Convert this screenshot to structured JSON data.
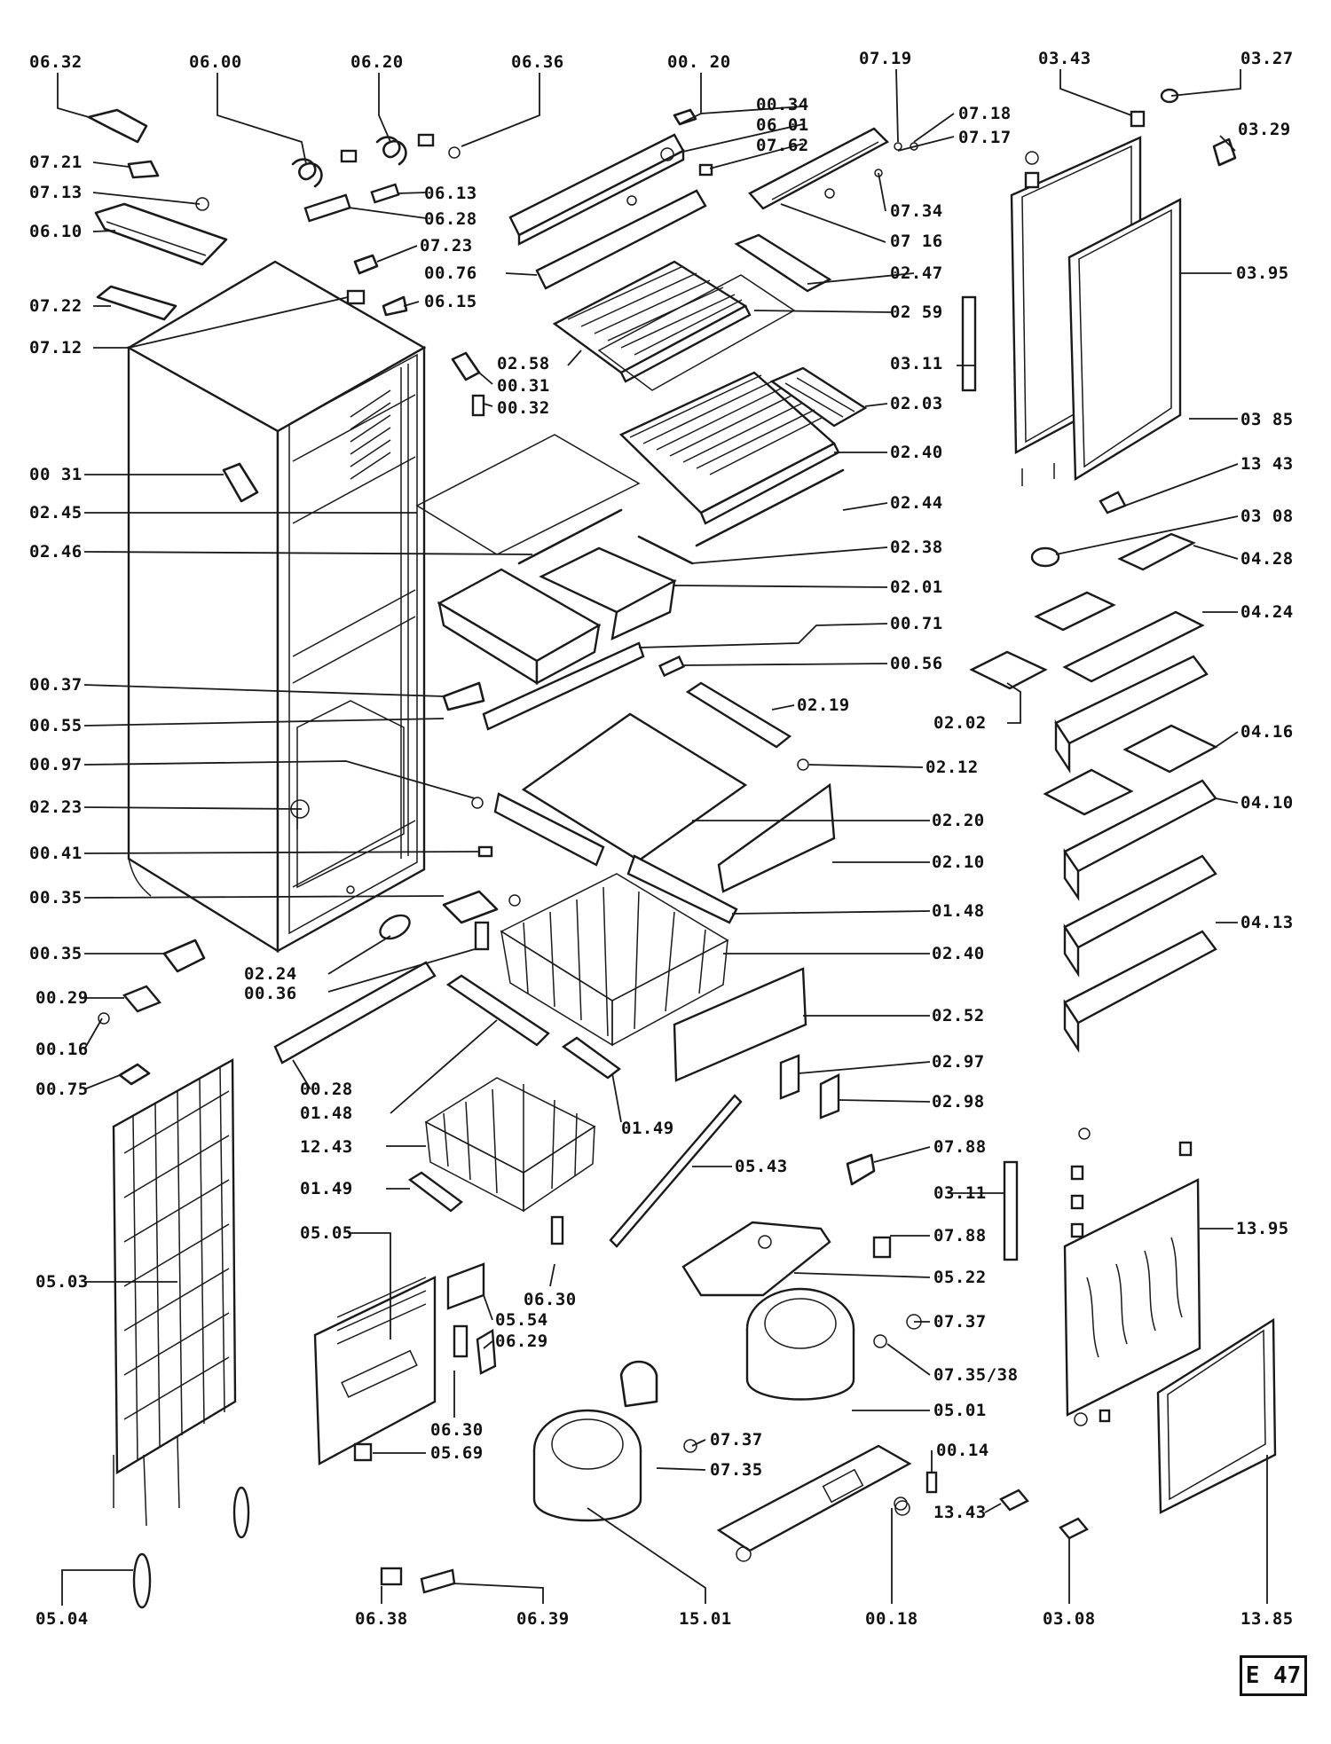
{
  "diagram_code": "E 47",
  "labels": {
    "l0632": "06.32",
    "l0600": "06.00",
    "l0620": "06.20",
    "l0636": "06.36",
    "l0020": "00. 20",
    "l0034": "00.34",
    "l0601": "06 01",
    "l0762": "07.62",
    "l0719": "07.19",
    "l0718": "07.18",
    "l0717": "07.17",
    "l0343": "03.43",
    "l0327": "03.27",
    "l0329": "03.29",
    "l0721": "07.21",
    "l0713": "07.13",
    "l0613": "06.13",
    "l0628": "06.28",
    "l0734": "07.34",
    "l0610": "06.10",
    "l0723": "07.23",
    "l0716": "07 16",
    "l0076": "00.76",
    "l0247": "02.47",
    "l0395": "03.95",
    "l0722": "07.22",
    "l0615": "06.15",
    "l0259": "02 59",
    "l0712": "07.12",
    "l0311a": "03.11",
    "l0258": "02.58",
    "l0031a": "00.31",
    "l0032": "00.32",
    "l0203": "02.03",
    "l0385": "03 85",
    "l0031b": "00 31",
    "l0240a": "02.40",
    "l1343a": "13 43",
    "l0245": "02.45",
    "l0244": "02.44",
    "l0308a": "03 08",
    "l0246": "02.46",
    "l0238": "02.38",
    "l0428": "04.28",
    "l0201": "02.01",
    "l0424": "04.24",
    "l0071": "00.71",
    "l0037": "00.37",
    "l0056": "00.56",
    "l0219": "02.19",
    "l0055": "00.55",
    "l0202": "02.02",
    "l0416": "04.16",
    "l0097": "00.97",
    "l0212": "02.12",
    "l0410": "04.10",
    "l0223": "02.23",
    "l0220": "02.20",
    "l0041": "00.41",
    "l0210": "02.10",
    "l0035a": "00.35",
    "l0148a": "01.48",
    "l0413": "04.13",
    "l0035b": "00.35",
    "l0240b": "02.40",
    "l0224": "02.24",
    "l0036": "00.36",
    "l0029": "00.29",
    "l0252": "02.52",
    "l0016": "00.16",
    "l0297": "02.97",
    "l0075": "00.75",
    "l0028": "00.28",
    "l0298": "02.98",
    "l0148b": "01.48",
    "l0149a": "01.49",
    "l1243": "12.43",
    "l0543": "05.43",
    "l0788a": "07.88",
    "l0149b": "01.49",
    "l0311b": "03.11",
    "l0505": "05.05",
    "l1395": "13.95",
    "l0788b": "07.88",
    "l0503": "05.03",
    "l0522": "05.22",
    "l0630a": "06.30",
    "l0554": "05.54",
    "l0737a": "07.37",
    "l0629": "06.29",
    "l073538": "07.35/38",
    "l0630b": "06.30",
    "l0501": "05.01",
    "l0569": "05.69",
    "l0737b": "07.37",
    "l0014": "00.14",
    "l0735": "07.35",
    "l1343b": "13.43",
    "l0504": "05.04",
    "l0638": "06.38",
    "l0639": "06.39",
    "l1501": "15.01",
    "l0018": "00.18",
    "l0308b": "03.08",
    "l1385": "13.85"
  }
}
